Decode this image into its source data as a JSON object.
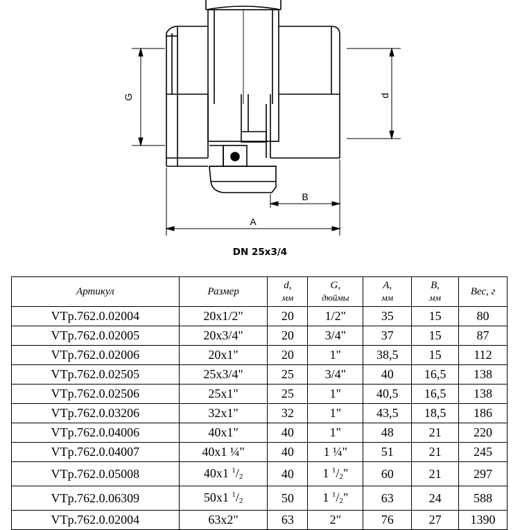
{
  "drawing": {
    "labels": {
      "g": "G",
      "d": "d",
      "a": "A",
      "b": "B"
    }
  },
  "caption": "DN 25x3/4",
  "table": {
    "headers": [
      {
        "label": "Артикул",
        "unit": ""
      },
      {
        "label": "Размер",
        "unit": ""
      },
      {
        "label": "d,",
        "unit": "мм"
      },
      {
        "label": "G,",
        "unit": "дюймы"
      },
      {
        "label": "A,",
        "unit": "мм"
      },
      {
        "label": "B,",
        "unit": "мм"
      },
      {
        "label": "Вес, г",
        "unit": ""
      }
    ],
    "rows": [
      {
        "article": "VTp.762.0.02004",
        "size": "20x1/2\"",
        "d": "20",
        "g": "1/2\"",
        "a": "35",
        "b": "15",
        "weight": "80"
      },
      {
        "article": "VTp.762.0.02005",
        "size": "20x3/4\"",
        "d": "20",
        "g": "3/4\"",
        "a": "37",
        "b": "15",
        "weight": "87"
      },
      {
        "article": "VTp.762.0.02006",
        "size": "20x1\"",
        "d": "20",
        "g": "1\"",
        "a": "38,5",
        "b": "15",
        "weight": "112"
      },
      {
        "article": "VTp.762.0.02505",
        "size": "25x3/4\"",
        "d": "25",
        "g": "3/4\"",
        "a": "40",
        "b": "16,5",
        "weight": "138"
      },
      {
        "article": "VTp.762.0.02506",
        "size": "25x1\"",
        "d": "25",
        "g": "1\"",
        "a": "40,5",
        "b": "16,5",
        "weight": "138"
      },
      {
        "article": "VTp.762.0.03206",
        "size": "32x1\"",
        "d": "32",
        "g": "1\"",
        "a": "43,5",
        "b": "18,5",
        "weight": "186"
      },
      {
        "article": "VTp.762.0.04006",
        "size": "40x1\"",
        "d": "40",
        "g": "1\"",
        "a": "48",
        "b": "21",
        "weight": "220"
      },
      {
        "article": "VTp.762.0.04007",
        "size": "40x1 ¼\"",
        "d": "40",
        "g": "1 ¼\"",
        "a": "51",
        "b": "21",
        "weight": "245"
      },
      {
        "article": "VTp.762.0.05008",
        "size": "40x1",
        "size_num": "1",
        "size_den": "2",
        "d": "40",
        "g": "1",
        "g_num": "1",
        "g_den": "2",
        "g_suffix": "\"",
        "a": "60",
        "b": "21",
        "weight": "297"
      },
      {
        "article": "VTp.762.0.06309",
        "size": "50x1",
        "size_num": "1",
        "size_den": "2",
        "d": "50",
        "g": "1",
        "g_num": "1",
        "g_den": "2",
        "g_suffix": "\"",
        "a": "63",
        "b": "24",
        "weight": "588"
      },
      {
        "article": "VTp.762.0.02004",
        "size": "63x2\"",
        "d": "63",
        "g": "2\"",
        "a": "76",
        "b": "27",
        "weight": "1390"
      }
    ]
  }
}
